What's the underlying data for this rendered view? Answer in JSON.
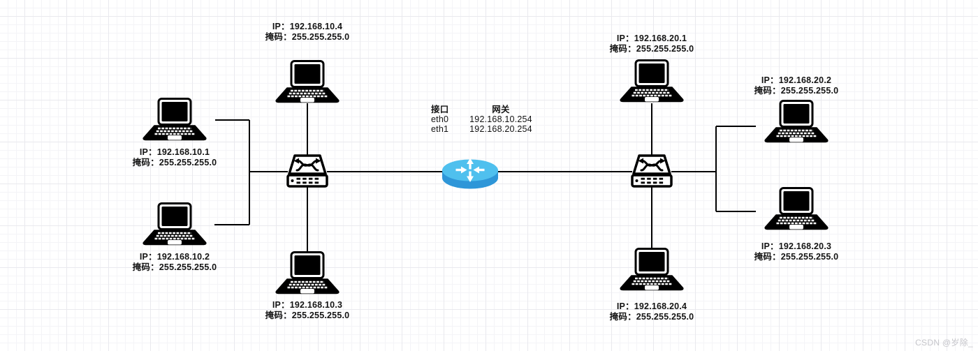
{
  "watermark": "CSDN @岁除_",
  "gateway_table": {
    "col_interface": "接口",
    "col_gateway": "网关",
    "rows": [
      {
        "interface": "eth0",
        "gateway": "192.168.10.254"
      },
      {
        "interface": "eth1",
        "gateway": "192.168.20.254"
      }
    ]
  },
  "hosts": [
    {
      "id": "host-192-168-10-4",
      "ip_line": "IP：192.168.10.4",
      "mask_line": "掩码：255.255.255.0"
    },
    {
      "id": "host-192-168-10-1",
      "ip_line": "IP：192.168.10.1",
      "mask_line": "掩码：255.255.255.0"
    },
    {
      "id": "host-192-168-10-2",
      "ip_line": "IP：192.168.10.2",
      "mask_line": "掩码：255.255.255.0"
    },
    {
      "id": "host-192-168-10-3",
      "ip_line": "IP：192.168.10.3",
      "mask_line": "掩码：255.255.255.0"
    },
    {
      "id": "host-192-168-20-1",
      "ip_line": "IP：192.168.20.1",
      "mask_line": "掩码：255.255.255.0"
    },
    {
      "id": "host-192-168-20-2",
      "ip_line": "IP：192.168.20.2",
      "mask_line": "掩码：255.255.255.0"
    },
    {
      "id": "host-192-168-20-3",
      "ip_line": "IP：192.168.20.3",
      "mask_line": "掩码：255.255.255.0"
    },
    {
      "id": "host-192-168-20-4",
      "ip_line": "IP：192.168.20.4",
      "mask_line": "掩码：255.255.255.0"
    }
  ],
  "colors": {
    "router_top": "#4FC0EE",
    "router_side": "#2E96D8",
    "wire": "#000000",
    "label_text": "#141414",
    "watermark_text": "#c5c5ca"
  }
}
